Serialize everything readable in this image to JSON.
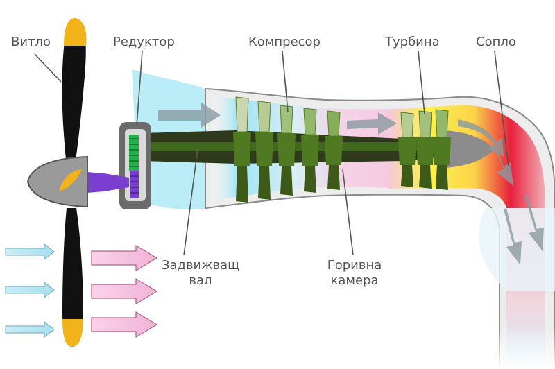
{
  "labels": {
    "propeller": "Витло",
    "reducer": "Редуктор",
    "compressor": "Компресор",
    "turbine": "Турбина",
    "nozzle": "Сопло",
    "drive_shaft_line1": "Задвижващ",
    "drive_shaft_line2": "вал",
    "combustor_line1": "Горивна",
    "combustor_line2": "камера"
  },
  "colors": {
    "label_text": "#555555",
    "propeller_blade": "#111111",
    "propeller_tip": "#f2b21a",
    "hub": "#9a9a9a",
    "shaft_dark": "#2f3a1c",
    "shaft_green": "#3f6a1e",
    "compressor_blade": "#5b7d2e",
    "gear_green": "#22b04a",
    "gear_purple": "#7a3fd0",
    "intake_air": "#a8e8f5",
    "combustion_pink": "#f5c8de",
    "turbine_yellow": "#fff24a",
    "turbine_red": "#e8203c",
    "exhaust": "#f0b8b8",
    "arrow_cold": "#b6e6f0",
    "arrow_hot": "#f7c0dd"
  },
  "icons": [
    "propeller-icon",
    "gearbox-icon",
    "airflow-arrow-icon"
  ]
}
